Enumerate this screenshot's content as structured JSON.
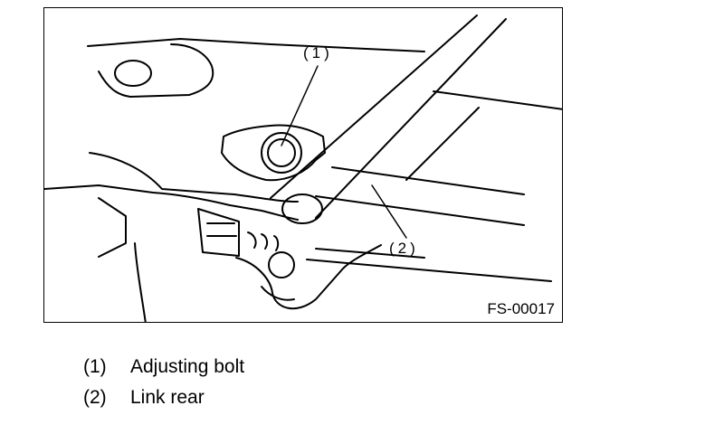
{
  "figure": {
    "code": "FS-00017",
    "callouts": [
      "(1)",
      "(2)"
    ]
  },
  "legend": [
    {
      "number": "(1)",
      "label": "Adjusting bolt"
    },
    {
      "number": "(2)",
      "label": "Link rear"
    }
  ]
}
